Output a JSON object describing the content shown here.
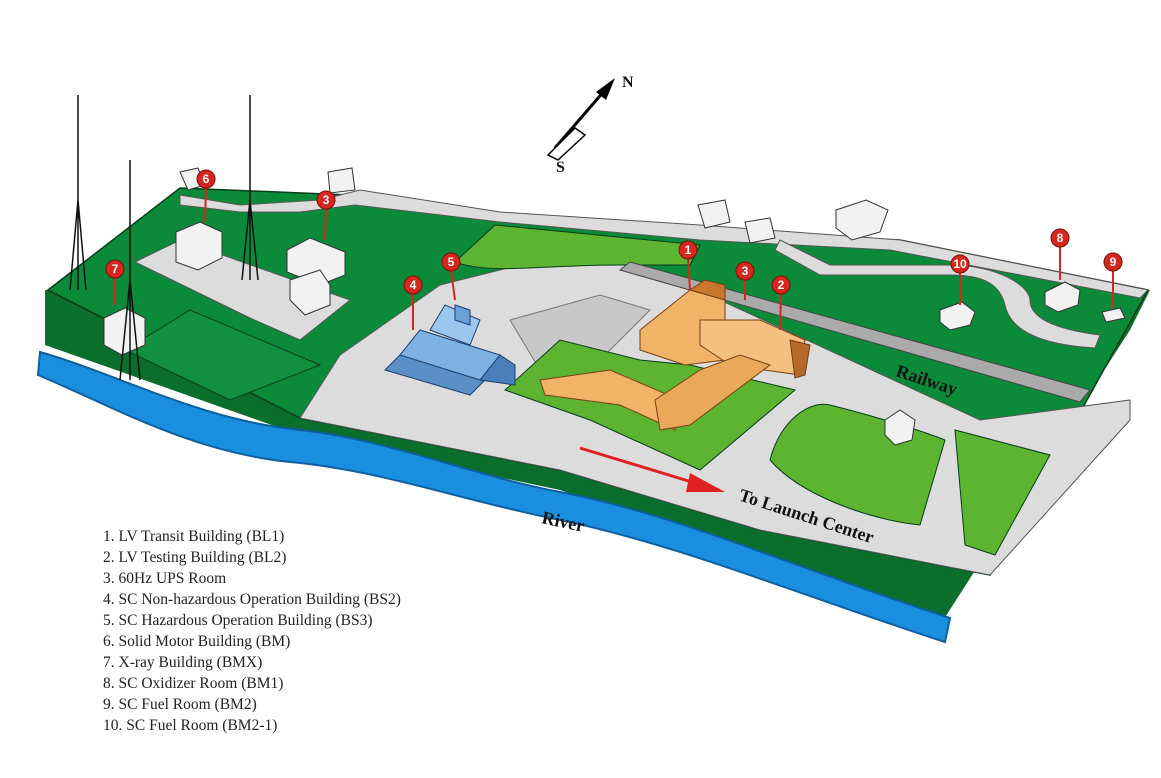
{
  "compass": {
    "north": "N",
    "south": "S"
  },
  "labels": {
    "railway": "Railway",
    "river": "River",
    "to_launch": "To Launch Center"
  },
  "colors": {
    "dark_green": "#0b8a3a",
    "light_green": "#5cb431",
    "road": "#dcdcdc",
    "river": "#1a8fe0",
    "orange_building": "#f0b368",
    "blue_building": "#7fb2e2",
    "marker": "#d6261d",
    "arrow": "#e02020"
  },
  "markers": [
    {
      "id": "1",
      "label": "1"
    },
    {
      "id": "2",
      "label": "2"
    },
    {
      "id": "3a",
      "label": "3"
    },
    {
      "id": "3b",
      "label": "3"
    },
    {
      "id": "4",
      "label": "4"
    },
    {
      "id": "5",
      "label": "5"
    },
    {
      "id": "6",
      "label": "6"
    },
    {
      "id": "7",
      "label": "7"
    },
    {
      "id": "8",
      "label": "8"
    },
    {
      "id": "9",
      "label": "9"
    },
    {
      "id": "10",
      "label": "10"
    }
  ],
  "legend": [
    "1. LV Transit Building (BL1)",
    "2. LV Testing Building (BL2)",
    "3. 60Hz UPS Room",
    "4. SC Non-hazardous Operation Building (BS2)",
    "5. SC Hazardous Operation Building (BS3)",
    "6. Solid Motor Building (BM)",
    "7. X-ray Building (BMX)",
    "8. SC Oxidizer Room (BM1)",
    "9. SC Fuel Room (BM2)",
    "10. SC Fuel Room (BM2-1)"
  ]
}
